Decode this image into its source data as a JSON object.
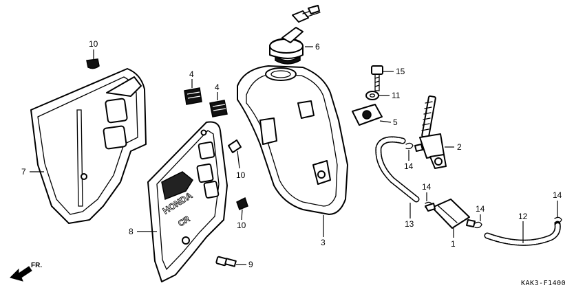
{
  "callouts": {
    "c1": "1",
    "c2": "2",
    "c3": "3",
    "c4a": "4",
    "c4b": "4",
    "c5": "5",
    "c6": "6",
    "c7": "7",
    "c8": "8",
    "c9": "9",
    "c10a": "10",
    "c10b": "10",
    "c10c": "10",
    "c11": "11",
    "c12": "12",
    "c13": "13",
    "c14a": "14",
    "c14b": "14",
    "c14c": "14",
    "c14d": "14",
    "c15": "15"
  },
  "decal_text": "HONDA",
  "decal_small": "CR",
  "front_marker": "FR.",
  "diagram_code": "KAK3-F1400"
}
